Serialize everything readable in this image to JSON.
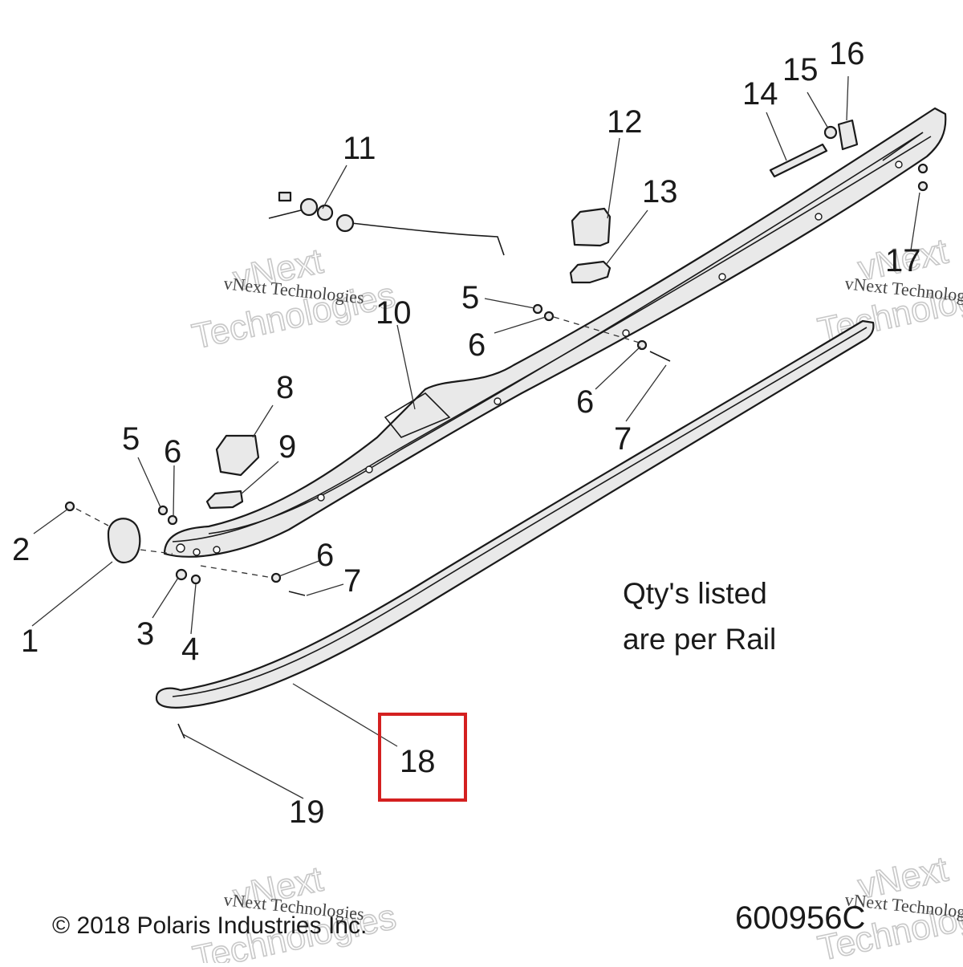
{
  "diagram": {
    "callouts": [
      "1",
      "2",
      "3",
      "4",
      "5",
      "6",
      "7",
      "8",
      "9",
      "10",
      "11",
      "12",
      "13",
      "14",
      "15",
      "16",
      "17",
      "18",
      "19"
    ],
    "note_lines": [
      "Qty's listed",
      "are per Rail"
    ],
    "copyright": "© 2018 Polaris Industries Inc.",
    "part_number": "600956C",
    "watermark_small": "vNext Technologies",
    "watermark_big_1": "vNext",
    "watermark_big_2": "Technologies",
    "highlight_color": "#d42020",
    "highlighted_callout": "18"
  }
}
